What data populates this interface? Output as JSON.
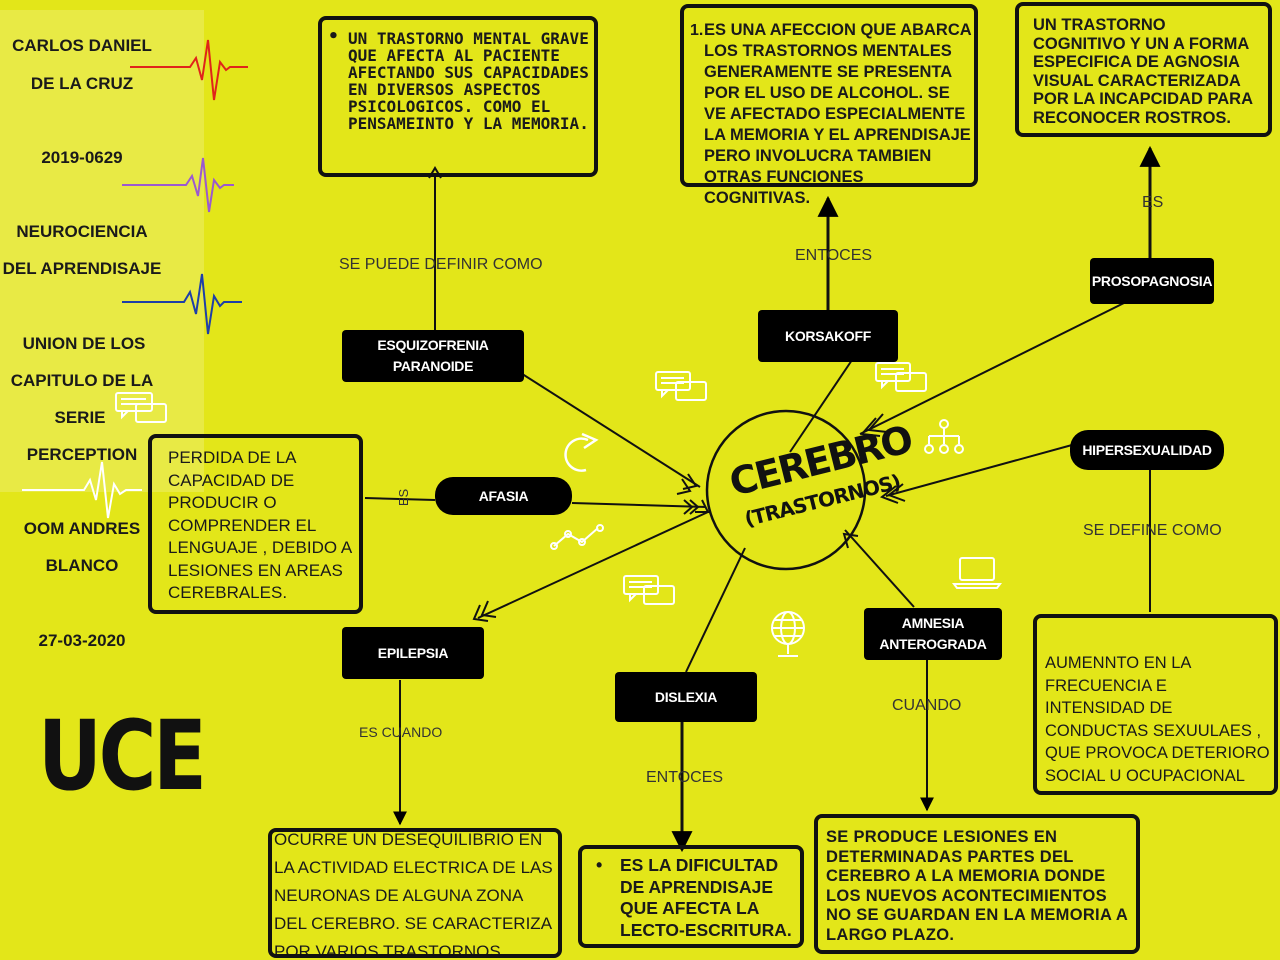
{
  "sidebar": {
    "author_line1": "CARLOS DANIEL",
    "author_line2": "DE LA CRUZ",
    "student_id": "2019-0629",
    "course_line1": "NEUROCIENCIA",
    "course_line2": "DEL APRENDISAJE",
    "topic_line1": "UNION DE LOS",
    "topic_line2": "CAPITULO DE LA",
    "topic_line3": "SERIE",
    "topic_line4": "PERCEPTION",
    "teacher_line1": "OOM  ANDRES",
    "teacher_line2": "BLANCO",
    "date": "27-03-2020",
    "institution": "UCE"
  },
  "center": {
    "title": "CEREBRO",
    "subtitle": "(TRASTORNOS)"
  },
  "nodes": {
    "esquizofrenia": "ESQUIZOFRENIA PARANOIDE",
    "korsakoff": "KORSAKOFF",
    "prosopagnosia": "PROSOPAGNOSIA",
    "hipersexualidad": "HIPERSEXUALIDAD",
    "afasia": "AFASIA",
    "epilepsia": "EPILEPSIA",
    "dislexia": "DISLEXIA",
    "amnesia": "AMNESIA ANTEROGRADA"
  },
  "connectors": {
    "esquizofrenia": "SE PUEDE DEFINIR COMO",
    "korsakoff": "ENTOCES",
    "prosopagnosia": "ES",
    "hipersexualidad": "SE DEFINE COMO",
    "afasia": "ES",
    "epilepsia": "ES CUANDO",
    "dislexia": "ENTOCES",
    "amnesia": "CUANDO"
  },
  "definitions": {
    "esquizofrenia": "UN TRASTORNO MENTAL GRAVE QUE AFECTA AL PACIENTE AFECTANDO SUS CAPACIDADES EN DIVERSOS ASPECTOS PSICOLOGICOS. COMO EL PENSAMEINTO Y LA MEMORIA.",
    "korsakoff_number": "1.",
    "korsakoff": "ES UNA AFECCION QUE ABARCA LOS TRASTORNOS MENTALES GENERAMENTE SE PRESENTA POR EL USO DE ALCOHOL. SE VE AFECTADO ESPECIALMENTE LA MEMORIA Y EL APRENDISAJE PERO INVOLUCRA TAMBIEN OTRAS FUNCIONES COGNITIVAS.",
    "prosopagnosia": "UN TRASTORNO COGNITIVO Y UN A FORMA ESPECIFICA DE AGNOSIA VISUAL CARACTERIZADA POR LA INCAPCIDAD PARA RECONOCER ROSTROS.",
    "hipersexualidad": "AUMENNTO EN LA FRECUENCIA E  INTENSIDAD  DE CONDUCTAS SEXUULAES , QUE PROVOCA DETERIORO SOCIAL U OCUPACIONAL",
    "afasia": "PERDIDA DE LA CAPACIDAD DE PRODUCIR O COMPRENDER EL LENGUAJE , DEBIDO A LESIONES EN AREAS CEREBRALES.",
    "epilepsia": "OCURRE UN DESEQUILIBRIO EN LA ACTIVIDAD ELECTRICA DE LAS NEURONAS DE ALGUNA ZONA DEL CEREBRO. SE CARACTERIZA POR VARIOS TRASTORNOS.",
    "dislexia": "ES LA DIFICULTAD DE APRENDISAJE QUE AFECTA LA LECTO-ESCRITURA.",
    "amnesia": "SE PRODUCE LESIONES EN DETERMINADAS PARTES DEL CEREBRO A LA MEMORIA DONDE LOS NUEVOS ACONTECIMIENTOS NO SE GUARDAN EN LA MEMORIA A LARGO PLAZO."
  },
  "bullet": "•",
  "colors": {
    "background": "#e3e619",
    "node": "#000000",
    "pulse_red": "#e0241a",
    "pulse_purple": "#9b59d0",
    "pulse_blue": "#1e3fa8",
    "pulse_white": "#ffffff"
  },
  "icons": [
    "chat-icon",
    "refresh-icon",
    "hierarchy-icon",
    "line-graph-icon",
    "globe-icon",
    "laptop-icon"
  ]
}
